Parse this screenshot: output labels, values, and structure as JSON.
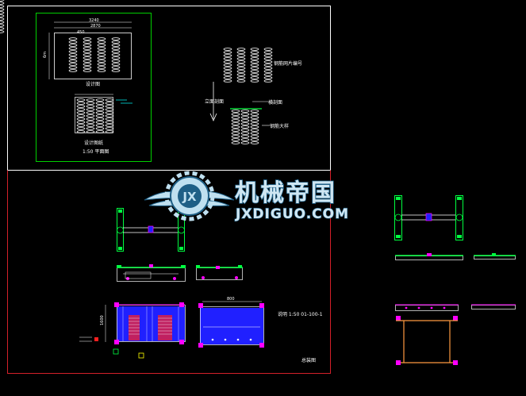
{
  "drawing": {
    "labels": {
      "top_plan_title": "设计图",
      "top_plan_dim_width": "6m",
      "top_plan_dim_total": "3240",
      "top_plan_dim_inner": "2870",
      "top_plan_dim_left": "450",
      "small_view_title": "设计图纸",
      "small_view_scale": "1:50 平面图",
      "right_text_top": "钢筋网片编号",
      "right_text_mid_left": "立面剖面",
      "right_text_mid_right": "横剖面",
      "right_text_bottom": "钢筋大样",
      "lower_label_1": "1600",
      "lower_label_2": "800",
      "lower_note": "说明 1:50 01-100-1",
      "lower_bottom_label": "总装图"
    }
  },
  "watermark": {
    "brand_cn": "机械帝国",
    "brand_en": "JXDIGUO.COM",
    "emblem": "JX"
  },
  "colors": {
    "background": "#000000",
    "frame_white": "#ffffff",
    "frame_red": "#d4202a",
    "green": "#00d000",
    "bright_green": "#00ff40",
    "magenta": "#ff00ff",
    "blue": "#2020ff",
    "orange": "#ff9a40",
    "red": "#ff2020",
    "yellow": "#ffff00"
  }
}
